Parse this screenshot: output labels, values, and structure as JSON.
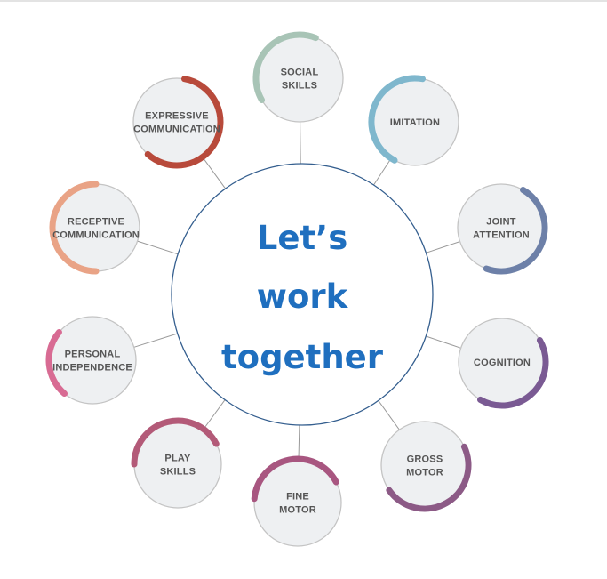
{
  "hub": {
    "lines": [
      "Let’s",
      "work",
      "together"
    ],
    "text_color": "#1f6fbf",
    "stroke_color": "#355f8f"
  },
  "nodes": [
    {
      "key": "social-skills",
      "lines": [
        "SOCIAL",
        "SKILLS"
      ],
      "arc_color": "#a8c4b6"
    },
    {
      "key": "imitation",
      "lines": [
        "IMITATION"
      ],
      "arc_color": "#7fb7cd"
    },
    {
      "key": "joint-attention",
      "lines": [
        "JOINT",
        "ATTENTION"
      ],
      "arc_color": "#6d80a8"
    },
    {
      "key": "cognition",
      "lines": [
        "COGNITION"
      ],
      "arc_color": "#7a5a93"
    },
    {
      "key": "gross-motor",
      "lines": [
        "GROSS",
        "MOTOR"
      ],
      "arc_color": "#8c5a86"
    },
    {
      "key": "fine-motor",
      "lines": [
        "FINE",
        "MOTOR"
      ],
      "arc_color": "#a85680"
    },
    {
      "key": "play-skills",
      "lines": [
        "PLAY",
        "SKILLS"
      ],
      "arc_color": "#b35a78"
    },
    {
      "key": "personal-independence",
      "lines": [
        "PERSONAL",
        "INDEPENDENCE"
      ],
      "arc_color": "#d86b93"
    },
    {
      "key": "receptive-communication",
      "lines": [
        "RECEPTIVE",
        "COMMUNICATION"
      ],
      "arc_color": "#e9a386"
    },
    {
      "key": "expressive-communication",
      "lines": [
        "EXPRESSIVE",
        "COMMUNICATION"
      ],
      "arc_color": "#b84a3b"
    }
  ],
  "style": {
    "node_fill": "#eef0f2",
    "node_outline": "#c4c4c4",
    "spoke_color": "#9a9a9a",
    "label_color": "#555555"
  }
}
